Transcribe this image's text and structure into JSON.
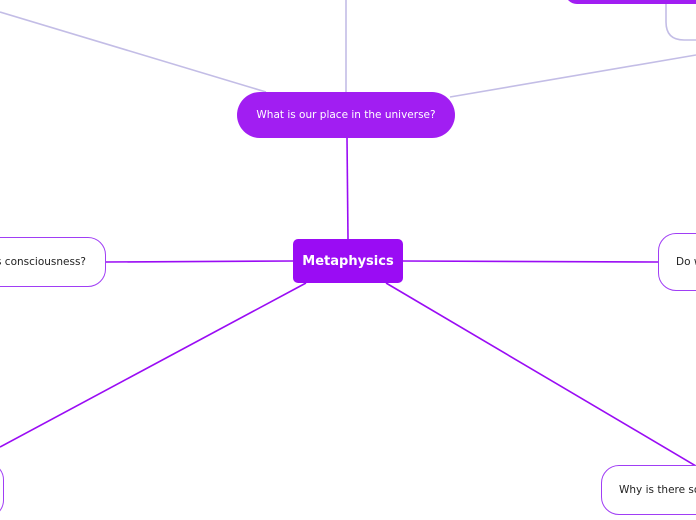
{
  "mindmap": {
    "root": {
      "label": "Metaphysics"
    },
    "topics": [
      {
        "id": "place",
        "label": "What is our place in the universe?",
        "style": "filled"
      },
      {
        "id": "consciousness",
        "label": "s consciousness?",
        "style": "outline"
      },
      {
        "id": "right",
        "label": "Do w",
        "style": "outline"
      },
      {
        "id": "something",
        "label": "Why is there so",
        "style": "outline"
      },
      {
        "id": "bottom-left",
        "label": "",
        "style": "outline"
      },
      {
        "id": "top-right",
        "label": "",
        "style": "filled"
      }
    ]
  },
  "colors": {
    "root_fill": "#9a0cf4",
    "topic_fill": "#a11ef2",
    "outline_border": "#a03ef5",
    "primary_link": "#9a0cf4",
    "secondary_link": "#c3bde6",
    "background": "#ffffff"
  }
}
